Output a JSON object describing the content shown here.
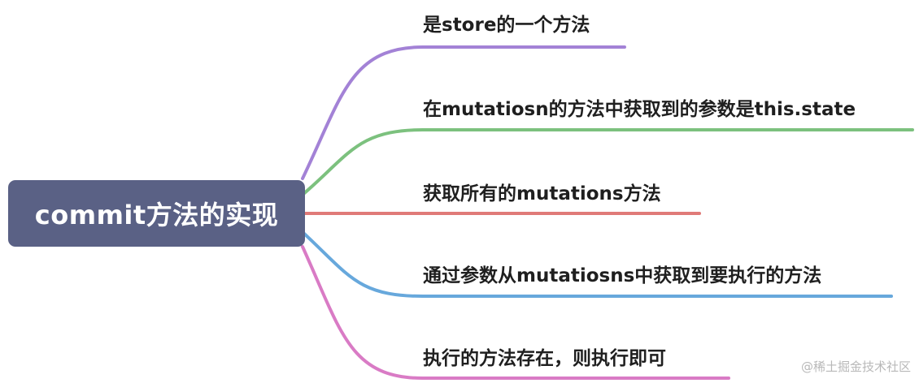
{
  "root": {
    "label": "commit方法的实现",
    "color": "#5a6185"
  },
  "branches": [
    {
      "label": "是store的一个方法",
      "color": "#a382d6"
    },
    {
      "label": "在mutatiosn的方法中获取到的参数是this.state",
      "color": "#7cc17e"
    },
    {
      "label": "获取所有的mutations方法",
      "color": "#e07a78"
    },
    {
      "label": "通过参数从mutatiosns中获取到要执行的方法",
      "color": "#67a8dc"
    },
    {
      "label": "执行的方法存在，则执行即可",
      "color": "#d97bc5"
    }
  ],
  "watermark": "@稀土掘金技术社区"
}
